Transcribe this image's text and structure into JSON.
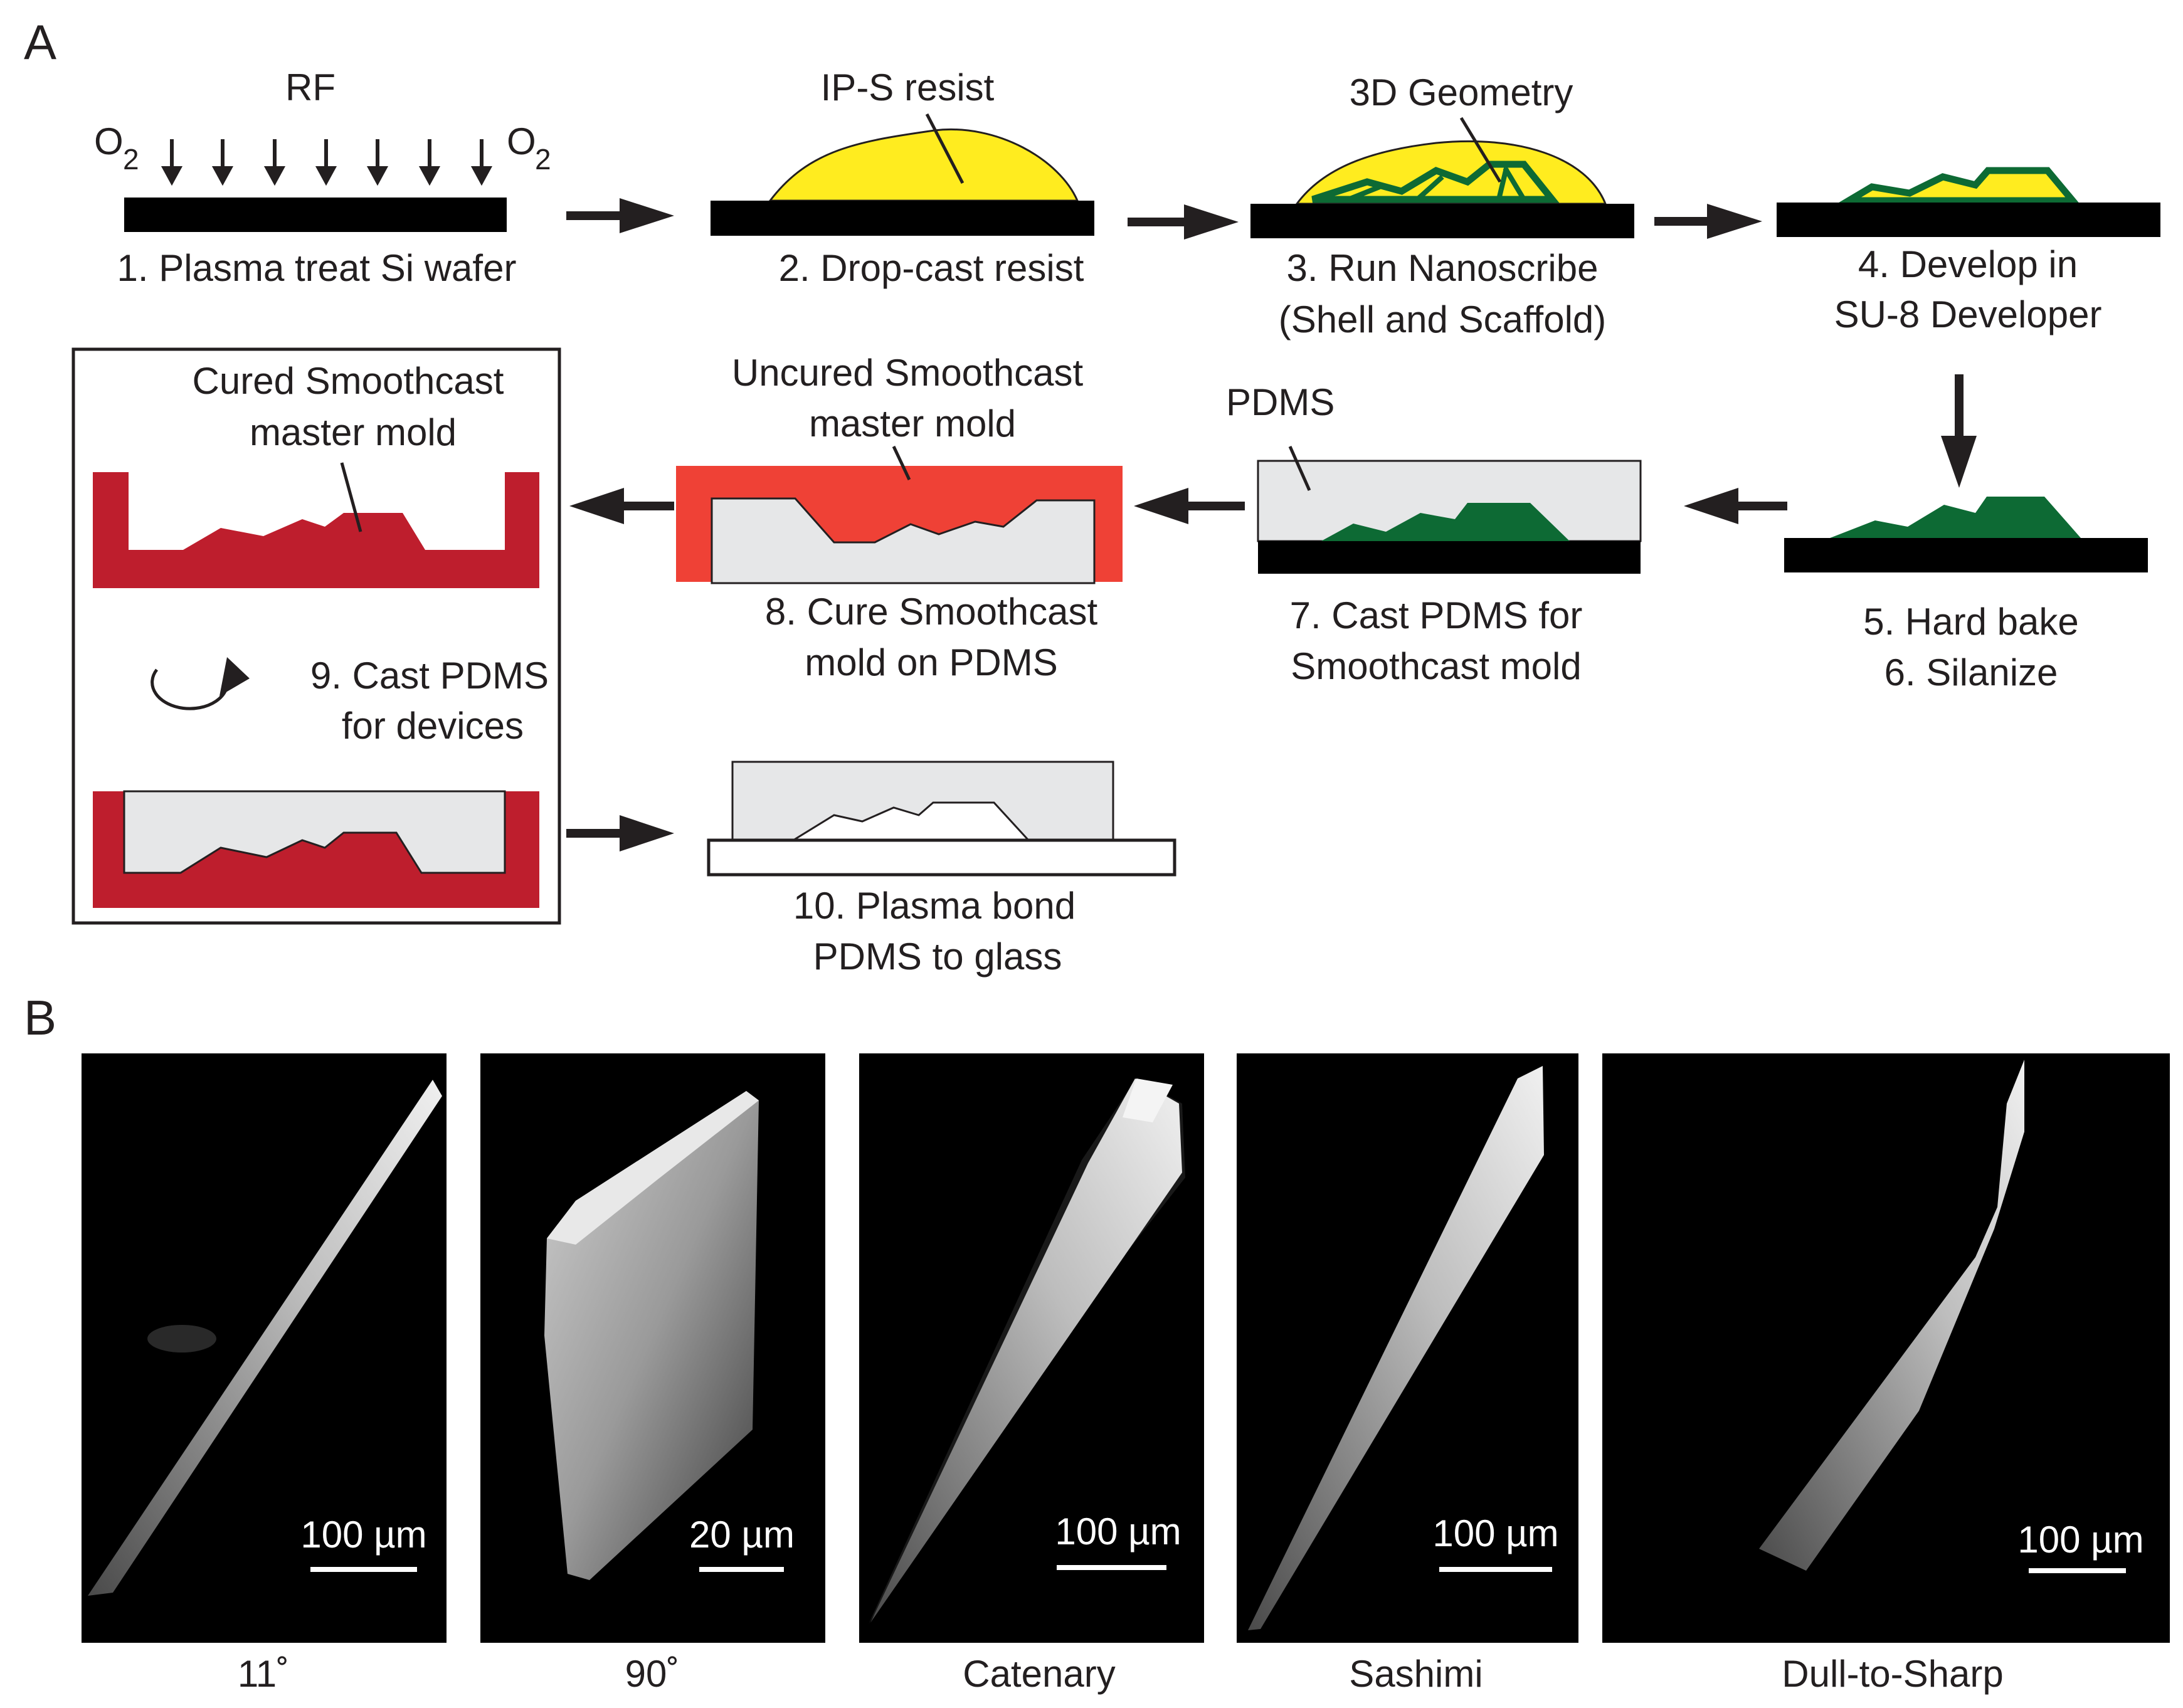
{
  "panel_a": {
    "letter": "A",
    "step1": {
      "rf": "RF",
      "o2_left": "O",
      "o2_left_sub": "2",
      "o2_right": "O",
      "o2_right_sub": "2",
      "caption": "1. Plasma treat Si wafer"
    },
    "step2": {
      "callout": "IP-S resist",
      "caption": "2. Drop-cast resist"
    },
    "step3": {
      "callout": "3D Geometry",
      "caption_line1": "3. Run Nanoscribe",
      "caption_line2": "(Shell and Scaffold)"
    },
    "step4": {
      "caption_line1": "4. Develop in",
      "caption_line2": "SU-8 Developer"
    },
    "step56": {
      "caption_line1": "5. Hard bake",
      "caption_line2": "6. Silanize"
    },
    "step7": {
      "callout": "PDMS",
      "caption_line1": "7. Cast PDMS for",
      "caption_line2": "Smoothcast mold"
    },
    "step8": {
      "callout_line1": "Uncured Smoothcast",
      "callout_line2": "master mold",
      "caption_line1": "8. Cure Smoothcast",
      "caption_line2": "mold on PDMS"
    },
    "step9": {
      "callout_line1": "Cured Smoothcast",
      "callout_line2": "master mold",
      "caption_line1": "9. Cast PDMS",
      "caption_line2": "for devices"
    },
    "step10": {
      "caption_line1": "10. Plasma bond",
      "caption_line2": "PDMS to glass"
    }
  },
  "panel_b": {
    "letter": "B",
    "images": [
      {
        "scale_bar": "100 µm",
        "label": "11˚"
      },
      {
        "scale_bar": "20 µm",
        "label": "90˚"
      },
      {
        "scale_bar": "100 µm",
        "label": "Catenary"
      },
      {
        "scale_bar": "100 µm",
        "label": "Sashimi"
      },
      {
        "scale_bar": "100 µm",
        "label": "Dull-to-Sharp"
      }
    ]
  },
  "colors": {
    "resist_yellow": "#ffec1f",
    "structure_green": "#0d6a34",
    "smoothcast_uncured": "#ef4136",
    "smoothcast_cured": "#be1e2d",
    "pdms_gray": "#e6e7e8",
    "wafer_black": "#000000",
    "arrow": "#231f20"
  }
}
